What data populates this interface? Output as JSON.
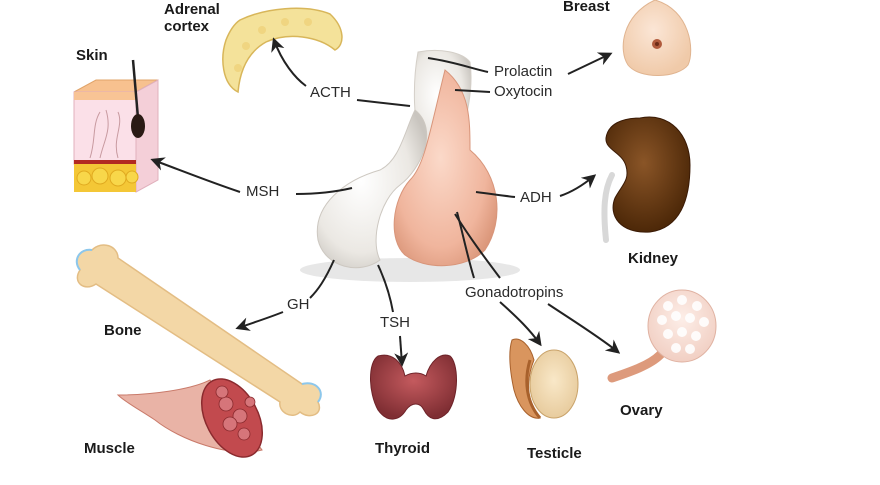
{
  "gland": {
    "name": ""
  },
  "organs": {
    "adrenal": "Adrenal\ncortex",
    "breast": "Breast",
    "skin": "Skin",
    "kidney": "Kidney",
    "bone": "Bone",
    "muscle": "Muscle",
    "thyroid": "Thyroid",
    "testicle": "Testicle",
    "ovary": "Ovary"
  },
  "hormones": {
    "acth": "ACTH",
    "prolactin": "Prolactin",
    "oxytocin": "Oxytocin",
    "msh": "MSH",
    "adh": "ADH",
    "gh": "GH",
    "tsh": "TSH",
    "gonadotropins": "Gonadotropins"
  },
  "colors": {
    "arrow": "#222222",
    "posterior_lobe": "#f1b9a2",
    "anterior_lobe": "#eceae6",
    "bone": "#f3d8a8",
    "kidney": "#6a3a12",
    "thyroid": "#a8484c",
    "muscle": "#c24a4e",
    "fat": "#f2c72c"
  }
}
